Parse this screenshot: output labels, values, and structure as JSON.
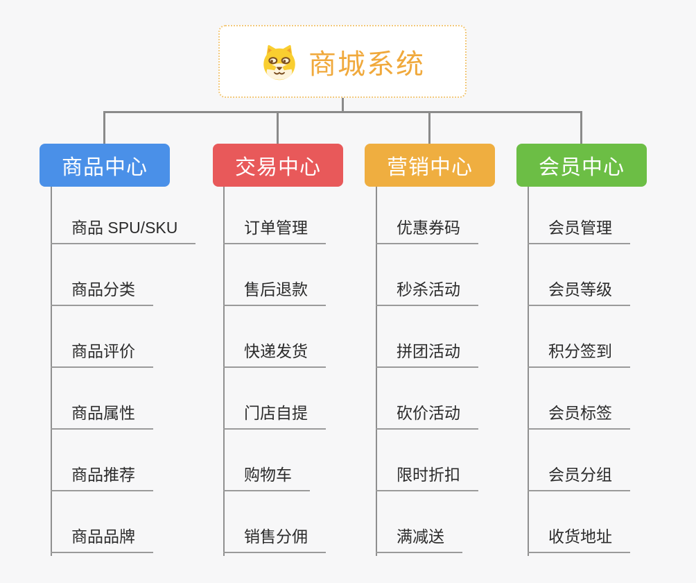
{
  "root": {
    "title": "商城系统",
    "icon": "shiba-dog-icon",
    "title_color": "#f0a93c",
    "border_color": "#f2c879",
    "background": "#ffffff"
  },
  "connector_color": "#8a8a8a",
  "canvas_background": "#f7f7f8",
  "branches": [
    {
      "label": "商品中心",
      "color": "#4a90e8",
      "children": [
        "商品 SPU/SKU",
        "商品分类",
        "商品评价",
        "商品属性",
        "商品推荐",
        "商品品牌"
      ]
    },
    {
      "label": "交易中心",
      "color": "#e8595a",
      "children": [
        "订单管理",
        "售后退款",
        "快递发货",
        "门店自提",
        "购物车",
        "销售分佣"
      ]
    },
    {
      "label": "营销中心",
      "color": "#efae40",
      "children": [
        "优惠券码",
        "秒杀活动",
        "拼团活动",
        "砍价活动",
        "限时折扣",
        "满减送"
      ]
    },
    {
      "label": "会员中心",
      "color": "#6cbe45",
      "children": [
        "会员管理",
        "会员等级",
        "积分签到",
        "会员标签",
        "会员分组",
        "收货地址"
      ]
    }
  ]
}
